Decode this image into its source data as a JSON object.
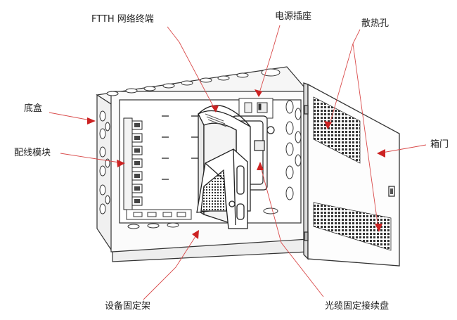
{
  "labels": {
    "ftth": "FTTH 网络终端",
    "power_socket": "电源插座",
    "vent_holes": "散热孔",
    "base_box": "底盒",
    "box_door": "箱门",
    "wiring_module": "配线模块",
    "equipment_rack": "设备固定架",
    "fiber_splice_tray": "光缆固定接续盘"
  },
  "colors": {
    "callout_line": "#d94a4a",
    "arrow": "#cc2222",
    "outline": "#333333"
  }
}
